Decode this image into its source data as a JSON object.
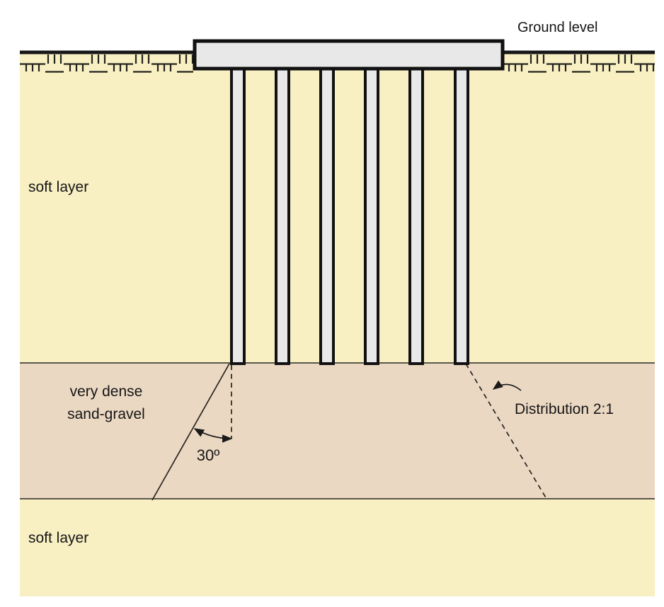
{
  "diagram": {
    "title_hint": "pile group foundation load-spread diagram",
    "ground_label": "Ground level",
    "layers": {
      "top_soft": {
        "label": "soft layer"
      },
      "dense": {
        "label_line1": "very dense",
        "label_line2": "sand-gravel"
      },
      "bottom_soft": {
        "label": "soft layer"
      }
    },
    "annotations": {
      "angle_label": "30º",
      "distribution_label": "Distribution 2:1"
    },
    "piles": {
      "count": 6
    }
  },
  "colors": {
    "soft_layer": "#F8EFC3",
    "dense_layer": "#EBD8C3",
    "pile_fill": "#E8E8E8",
    "outline": "#161616"
  }
}
